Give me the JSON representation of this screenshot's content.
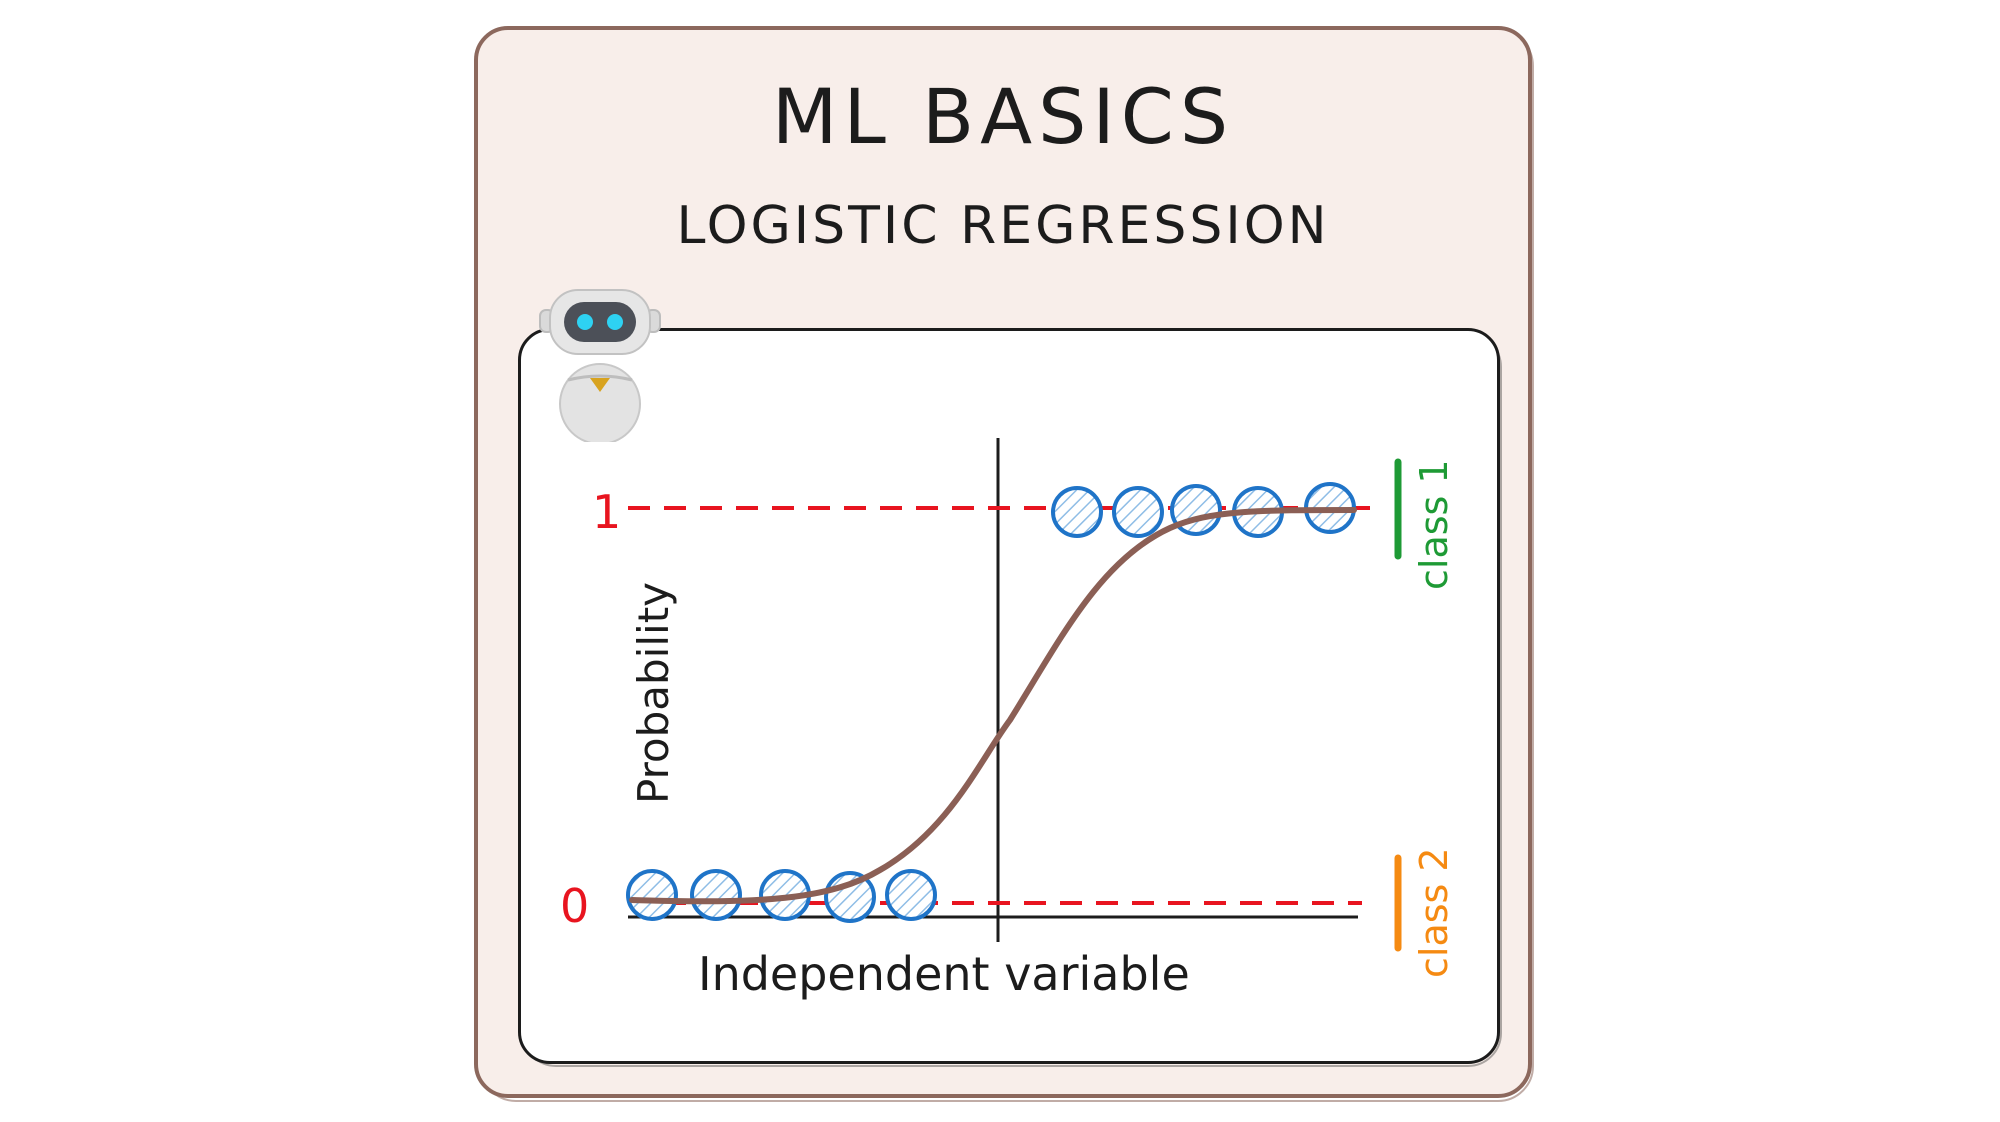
{
  "header": {
    "title": "ML BASICS",
    "subtitle": "LOGISTIC REGRESSION"
  },
  "diagram": {
    "y_axis_label": "Probability",
    "x_axis_label": "Independent variable",
    "level_high_label": "1",
    "level_low_label": "0",
    "class_high_label": "class 1",
    "class_low_label": "class 2",
    "colors": {
      "card_bg": "#f8eeea",
      "card_border": "#8c685d",
      "dashed_line": "#e8141f",
      "curve": "#8b5f55",
      "point_stroke": "#1f74c8",
      "class_high": "#1e9a35",
      "class_low": "#f58a12",
      "ink": "#1c1c1c"
    },
    "points_class_high_count": 5,
    "points_class_low_count": 5,
    "mascot_icon": "robot-icon"
  }
}
